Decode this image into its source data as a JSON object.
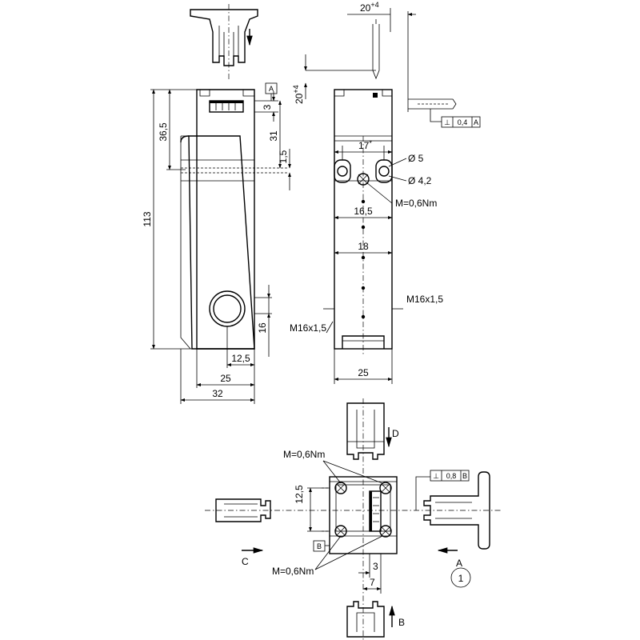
{
  "dims": {
    "d_20_top": "20",
    "d_20_top_sup": "+4",
    "d_20_side": "20",
    "d_20_side_sup": "+4",
    "d_36_5": "36,5",
    "d_113": "113",
    "d_31": "31",
    "d_3_top": "3",
    "d_1_5": "1,5",
    "d_16": "16",
    "d_12_5_bottom": "12,5",
    "d_25_left": "25",
    "d_32": "32",
    "d_17": "17",
    "d_17_sup": "*",
    "d_16_5": "16,5",
    "d_18": "18",
    "d_25_right": "25",
    "d_12_5_plan": "12,5",
    "d_3_plan": "3",
    "d_7_plan": "7"
  },
  "callouts": {
    "hole_5": "Ø 5",
    "hole_4_2": "Ø 4,2",
    "torque_front": "M=0,6Nm",
    "thread_right": "M16x1,5",
    "thread_left": "M16x1,5",
    "torque_plan_top": "M=0,6Nm",
    "torque_plan_bottom": "M=0,6Nm"
  },
  "datums": {
    "datum_a": "A",
    "datum_b": "B"
  },
  "tolerances": {
    "tol_a_symbol": "⊥",
    "tol_a_value": "0,4",
    "tol_a_ref": "A",
    "tol_b_symbol": "⊥",
    "tol_b_value": "0,8",
    "tol_b_ref": "B"
  },
  "directions": {
    "dir_d": "D",
    "dir_c": "C",
    "dir_a": "A",
    "dir_b": "B"
  },
  "item_number": "1"
}
